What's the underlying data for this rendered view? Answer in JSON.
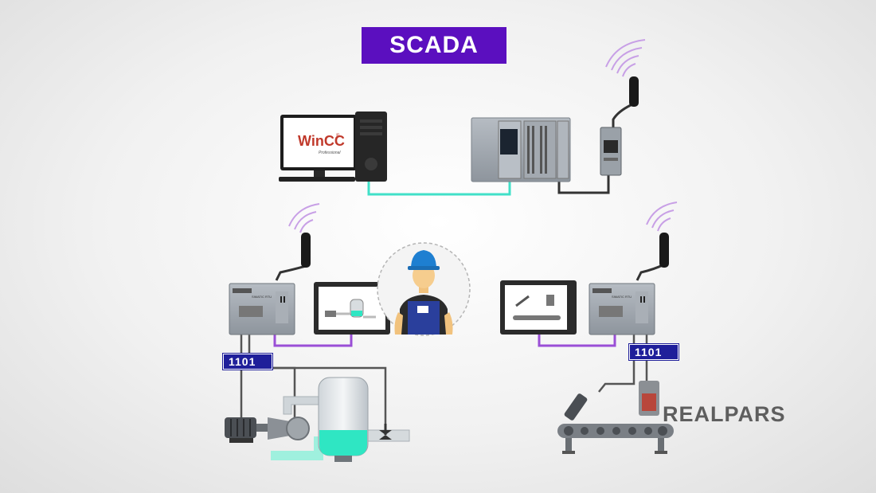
{
  "title": "SCADA",
  "brand": "REALPARS",
  "software": {
    "name": "WinCC",
    "trademark": "®",
    "edition": "Professional"
  },
  "rtu_labels": {
    "left": "SIMATIC RTU",
    "right": "SIMATIC RTU"
  },
  "io_badges": {
    "left": "1101",
    "right": "1101"
  },
  "colors": {
    "title_bg": "#5b0fbf",
    "ethernet": "#41e0c8",
    "profinet": "#9a4fd6",
    "io_badge": "#1f1f9a",
    "device_gray": "#a7aeb6",
    "tank_liquid": "#2fe6c3"
  }
}
